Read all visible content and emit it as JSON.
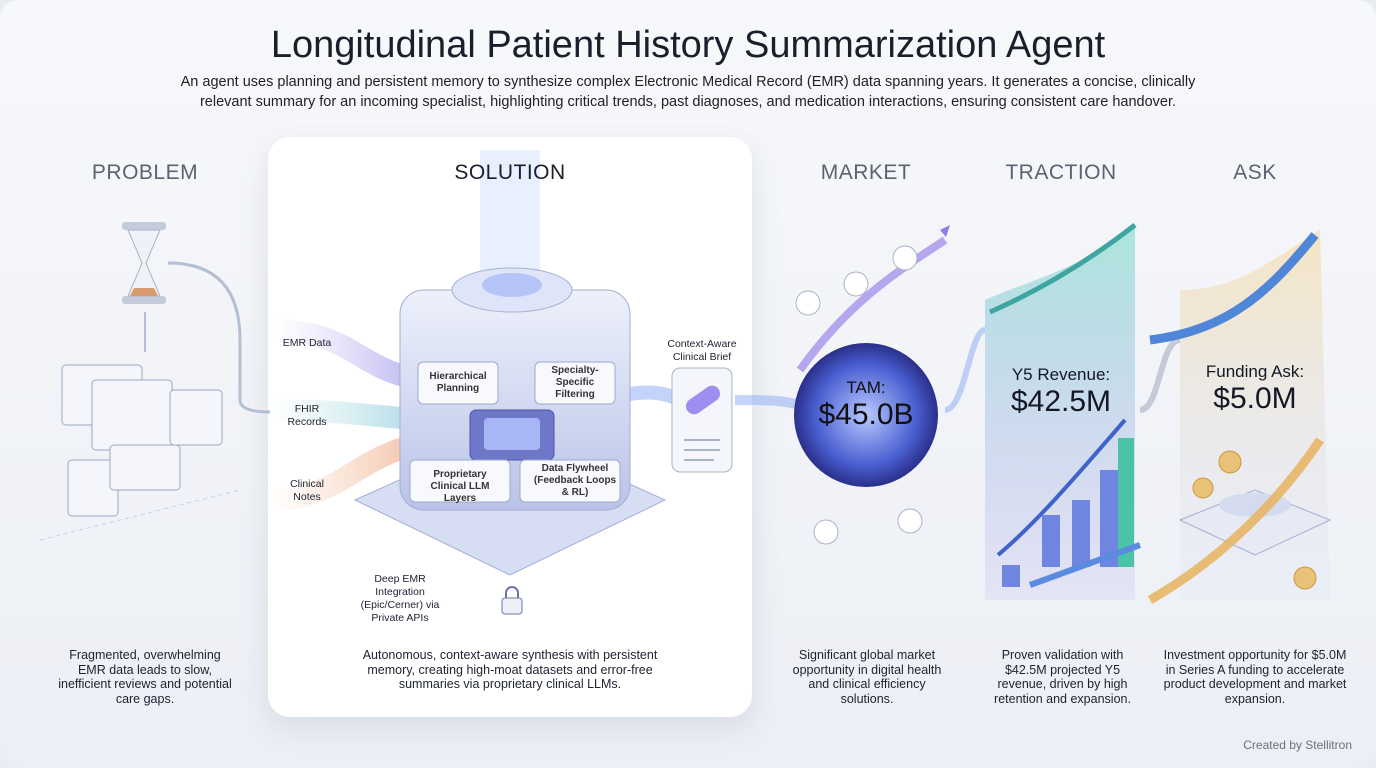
{
  "header": {
    "title": "Longitudinal Patient History Summarization Agent",
    "subtitle": "An agent uses planning and persistent memory to synthesize complex Electronic Medical Record (EMR) data spanning years. It generates a concise, clinically relevant summary for an incoming specialist, highlighting critical trends, past diagnoses, and medication interactions, ensuring consistent care handover."
  },
  "columns": [
    {
      "heading": "PROBLEM",
      "description": "Fragmented, overwhelming EMR data leads to slow, inefficient reviews and potential care gaps."
    },
    {
      "heading": "SOLUTION",
      "description": "Autonomous, context-aware synthesis with persistent memory, creating high-moat datasets and error-free summaries via proprietary clinical LLMs."
    },
    {
      "heading": "MARKET",
      "description": "Significant global market opportunity in digital health and clinical efficiency solutions."
    },
    {
      "heading": "TRACTION",
      "description": "Proven validation with $42.5M projected Y5 revenue, driven by high retention and expansion."
    },
    {
      "heading": "ASK",
      "description": "Investment opportunity for $5.0M in Series A funding to accelerate product development and market expansion."
    }
  ],
  "solution": {
    "inputs": [
      "EMR Data",
      "FHIR Records",
      "Clinical Notes"
    ],
    "modules": [
      "Hierarchical Planning",
      "Specialty-Specific Filtering",
      "Proprietary Clinical LLM Layers",
      "Data Flywheel (Feedback Loops & RL)"
    ],
    "integration": "Deep EMR Integration (Epic/Cerner) via Private APIs",
    "output": "Context-Aware Clinical Brief"
  },
  "market": {
    "label": "TAM:",
    "value": "$45.0B"
  },
  "traction": {
    "label": "Y5 Revenue:",
    "value": "$42.5M"
  },
  "ask": {
    "label": "Funding Ask:",
    "value": "$5.0M"
  },
  "footer": {
    "credit": "Created by Stellitron"
  }
}
